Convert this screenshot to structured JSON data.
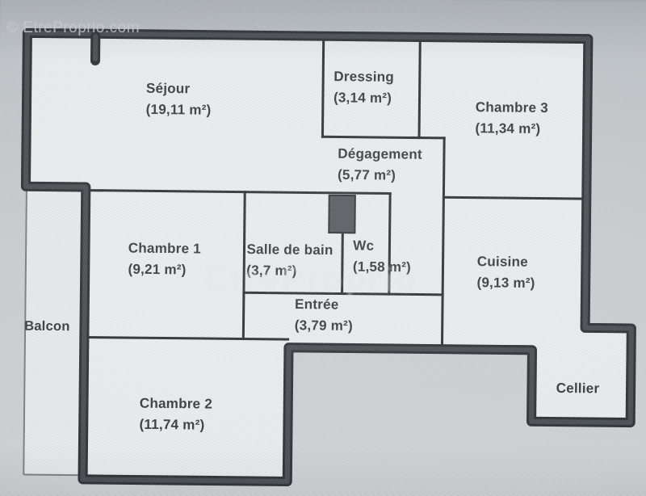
{
  "watermarks": {
    "corner": "© EtreProprio.com",
    "ghost": "EtreProprio"
  },
  "plan": {
    "rooms": [
      {
        "id": "sejour",
        "name": "Séjour",
        "area": "(19,11 m²)"
      },
      {
        "id": "dressing",
        "name": "Dressing",
        "area": "(3,14 m²)"
      },
      {
        "id": "chambre3",
        "name": "Chambre 3",
        "area": "(11,34 m²)"
      },
      {
        "id": "degagement",
        "name": "Dégagement",
        "area": "(5,77 m²)"
      },
      {
        "id": "chambre1",
        "name": "Chambre 1",
        "area": "(9,21 m²)"
      },
      {
        "id": "salle-de-bain",
        "name": "Salle de bain",
        "area": "(3,7 m²)"
      },
      {
        "id": "wc",
        "name": "Wc",
        "area": "(1,58 m²)"
      },
      {
        "id": "cuisine",
        "name": "Cuisine",
        "area": "(9,13 m²)"
      },
      {
        "id": "entree",
        "name": "Entrée",
        "area": "(3,79 m²)"
      },
      {
        "id": "balcon",
        "name": "Balcon",
        "area": ""
      },
      {
        "id": "chambre2",
        "name": "Chambre 2",
        "area": "(11,74 m²)"
      },
      {
        "id": "cellier",
        "name": "Cellier",
        "area": ""
      }
    ]
  },
  "colors": {
    "wall_outer": "#2f3337",
    "wall_core": "#4a4f54",
    "wall_thin": "#2e3236",
    "floor": "#e9ebec",
    "balcony_floor": "#e6e8ea",
    "background": "#c7cbce",
    "door_fill": "#55595e",
    "label_text": "#3a3e43"
  }
}
